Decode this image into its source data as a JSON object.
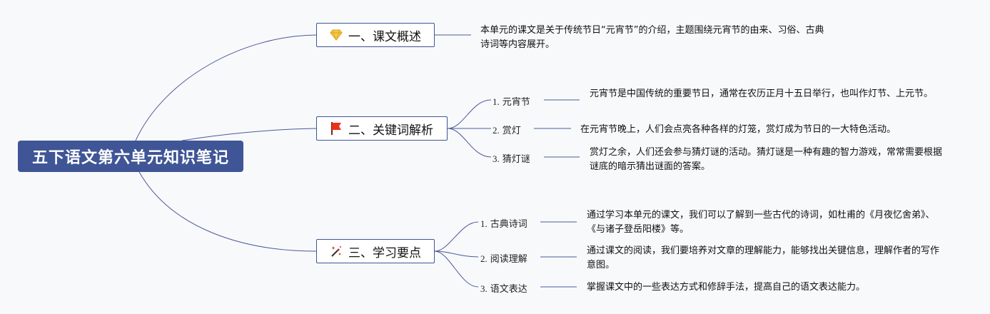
{
  "root": {
    "title": "五下语文第六单元知识笔记"
  },
  "branches": [
    {
      "icon": "diamond-icon",
      "label": "一、课文概述",
      "description": "本单元的课文是关于传统节日“元宵节”的介绍，主题围绕元宵节的由来、习俗、古典诗词等内容展开。",
      "children": []
    },
    {
      "icon": "red-flag-icon",
      "label": "二、关键词解析",
      "children": [
        {
          "num": "1.",
          "label": "元宵节",
          "description": "元宵节是中国传统的重要节日，通常在农历正月十五日举行，也叫作灯节、上元节。"
        },
        {
          "num": "2.",
          "label": "赏灯",
          "description": "在元宵节晚上，人们会点亮各种各样的灯笼，赏灯成为节日的一大特色活动。"
        },
        {
          "num": "3.",
          "label": "猜灯谜",
          "description": "赏灯之余，人们还会参与猜灯谜的活动。猜灯谜是一种有趣的智力游戏，常常需要根据谜底的暗示猜出谜面的答案。"
        }
      ]
    },
    {
      "icon": "magic-wand-icon",
      "label": "三、学习要点",
      "children": [
        {
          "num": "1.",
          "label": "古典诗词",
          "description": "通过学习本单元的课文，我们可以了解到一些古代的诗词，如杜甫的《月夜忆舍弟》、《与诸子登岳阳楼》等。"
        },
        {
          "num": "2.",
          "label": "阅读理解",
          "description": "通过课文的阅读，我们要培养对文章的理解能力，能够找出关键信息，理解作者的写作意图。"
        },
        {
          "num": "3.",
          "label": "语文表达",
          "description": "掌握课文中的一些表达方式和修辞手法，提高自己的语文表达能力。"
        }
      ]
    }
  ],
  "colors": {
    "root_bg": "#3f5596",
    "line": "#4a5a9a",
    "flag": "#e8321e",
    "diamond": "#f7c948",
    "wand": "#c0392b"
  }
}
